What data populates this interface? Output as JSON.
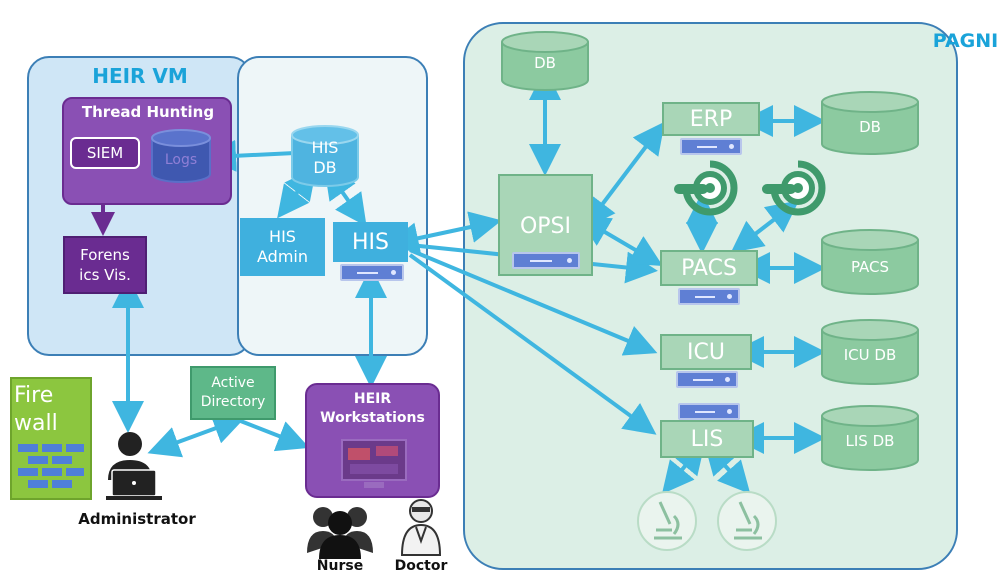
{
  "title_pagni": "PAGNI",
  "heir_vm": {
    "title": "HEIR VM",
    "thread_hunting": "Thread Hunting",
    "siem": "SIEM",
    "logs": "Logs",
    "forensics_line1": "Forens",
    "forensics_line2": "ics Vis."
  },
  "his_panel": {
    "db_line1": "HIS",
    "db_line2": "DB",
    "admin_line1": "HIS",
    "admin_line2": "Admin",
    "his": "HIS"
  },
  "firewall": {
    "line1": "Fire",
    "line2": "wall"
  },
  "active_directory": {
    "line1": "Active",
    "line2": "Directory"
  },
  "workstations": {
    "line1": "HEIR",
    "line2": "Workstations"
  },
  "people": {
    "administrator": "Administrator",
    "nurse": "Nurse",
    "doctor": "Doctor"
  },
  "pagni_nodes": {
    "db_top": "DB",
    "opsi": "OPSI",
    "erp": "ERP",
    "erp_db": "DB",
    "pacs": "PACS",
    "pacs_db": "PACS",
    "icu": "ICU",
    "icu_db": "ICU DB",
    "lis": "LIS",
    "lis_db": "LIS DB"
  },
  "colors": {
    "arrow": "#3fb6e0",
    "green_fill": "#a9d6b7",
    "purple": "#7a3fa3",
    "light_blue_panel": "#cfe6f6",
    "firewall_green": "#8cc63f",
    "brick_blue": "#4f7fd9"
  },
  "icons": [
    "mri-scanner-icon",
    "microscope-icon",
    "laptop-icon",
    "server-icon",
    "database-icon",
    "person-icon",
    "group-icon",
    "doctor-icon",
    "brick-wall-icon"
  ]
}
